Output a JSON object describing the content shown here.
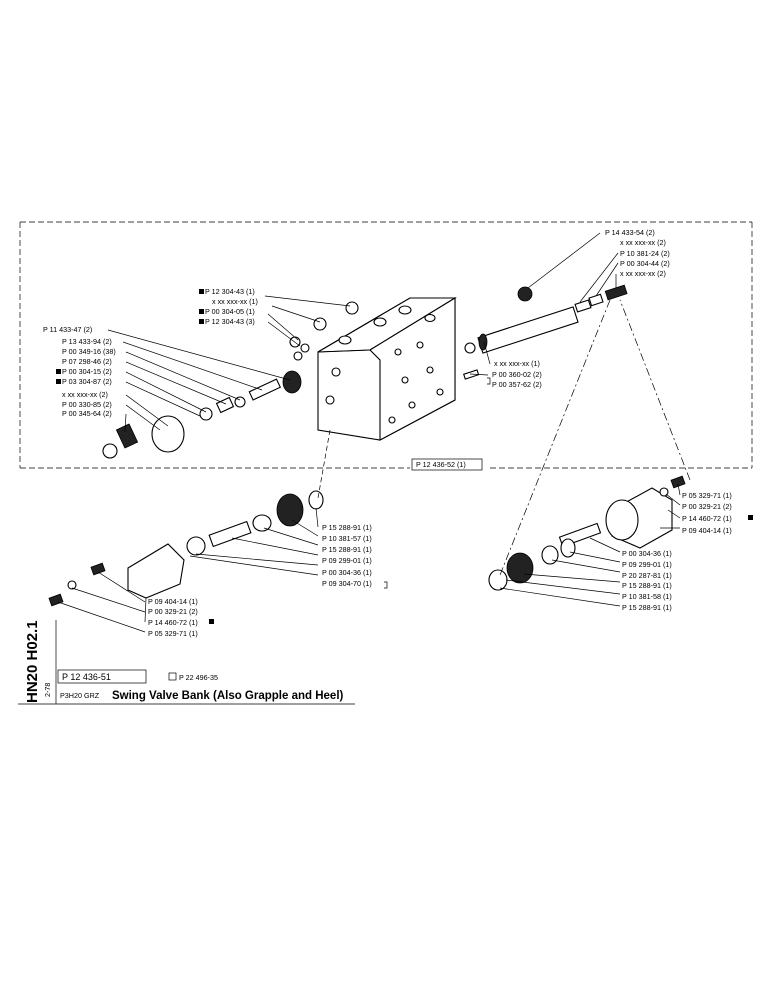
{
  "labels": {
    "upper_left": [
      "P 11 433-47 (2)",
      "P 13 433-94 (2)",
      "P 00 349-16 (38)",
      "P 07 298-46 (2)",
      "P 00 304-15 (2)",
      "P 03 304-87 (2)",
      "x xx xxx-xx (2)",
      "P 00 330-85 (2)",
      "P 00 345-64 (2)"
    ],
    "upper_center": [
      "P 12 304-43 (1)",
      "x xx xxx-xx (1)",
      "P 00 304-05 (1)",
      "P 12 304-43 (3)"
    ],
    "upper_right": [
      "P 14 433-54 (2)",
      "x xx xxx-xx (2)",
      "P 10 381-24 (2)",
      "P 00 304-44 (2)",
      "x xx xxx-xx (2)"
    ],
    "middle_right": [
      "x xx xxx-xx (1)",
      "P 00 360-02 (2)",
      "P 00 357-62 (2)"
    ],
    "frame_ref": "P 12 436-52 (1)",
    "lower_center": [
      "P 15 288-91 (1)",
      "P 10 381-57 (1)",
      "P 15 288-91 (1)",
      "P 09 299-01 (1)",
      "P 00 304-36 (1)",
      "P 09 304-70 (1)"
    ],
    "lower_left": [
      "P 09 404-14 (1)",
      "P 00 329-21 (2)",
      "P 14 460-72 (1)",
      "P 05 329-71 (1)"
    ],
    "lower_right_top": [
      "P 05 329-71 (1)",
      "P 00 329-21 (2)",
      "P 14 460-72 (1)",
      "P 09 404-14 (1)"
    ],
    "lower_right_bottom": [
      "P 00 304-36 (1)",
      "P 09 299-01 (1)",
      "P 20 287-81 (1)",
      "P 15 288-91 (1)",
      "P 10 381-58 (1)",
      "P 15 288-91 (1)"
    ]
  },
  "footer": {
    "side_code": "HN20 H02.1",
    "small_code": "2-78",
    "part_number": "P 12 436-51",
    "ref_number": "P 22 496-35",
    "model": "P3H20 GRZ",
    "title": "Swing Valve Bank (Also Grapple and Heel)"
  }
}
